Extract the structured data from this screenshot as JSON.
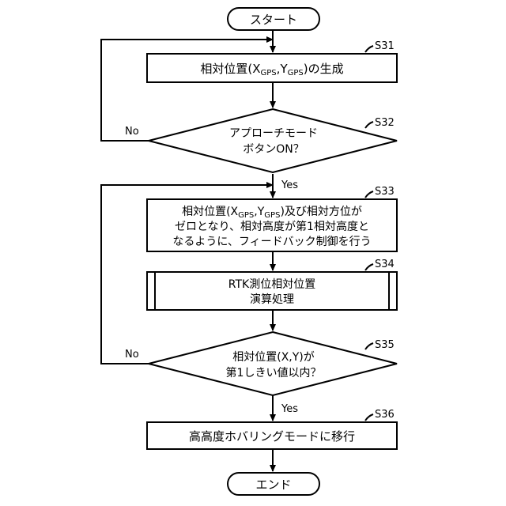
{
  "flowchart": {
    "start": "スタート",
    "end": "エンド",
    "s31": {
      "step": "S31",
      "pre": "相対位置(X",
      "gps1": "GPS",
      "mid": ",Y",
      "gps2": "GPS",
      "post": ")の生成"
    },
    "s32": {
      "step": "S32",
      "line1": "アプローチモード",
      "line2": "ボタンON？",
      "yes": "Yes",
      "no": "No"
    },
    "s33": {
      "step": "S33",
      "l1_pre": "相対位置(X",
      "l1_gps1": "GPS",
      "l1_mid": ",Y",
      "l1_gps2": "GPS",
      "l1_post": ")及び相対方位が",
      "line2": "ゼロとなり、相対高度が第1相対高度と",
      "line3": "なるように、フィードバック制御を行う"
    },
    "s34": {
      "step": "S34",
      "line1": "RTK測位相対位置",
      "line2": "演算処理"
    },
    "s35": {
      "step": "S35",
      "line1": "相対位置(X,Y)が",
      "line2": "第1しきい値以内？",
      "yes": "Yes",
      "no": "No"
    },
    "s36": {
      "step": "S36",
      "label": "高高度ホバリングモードに移行"
    }
  }
}
